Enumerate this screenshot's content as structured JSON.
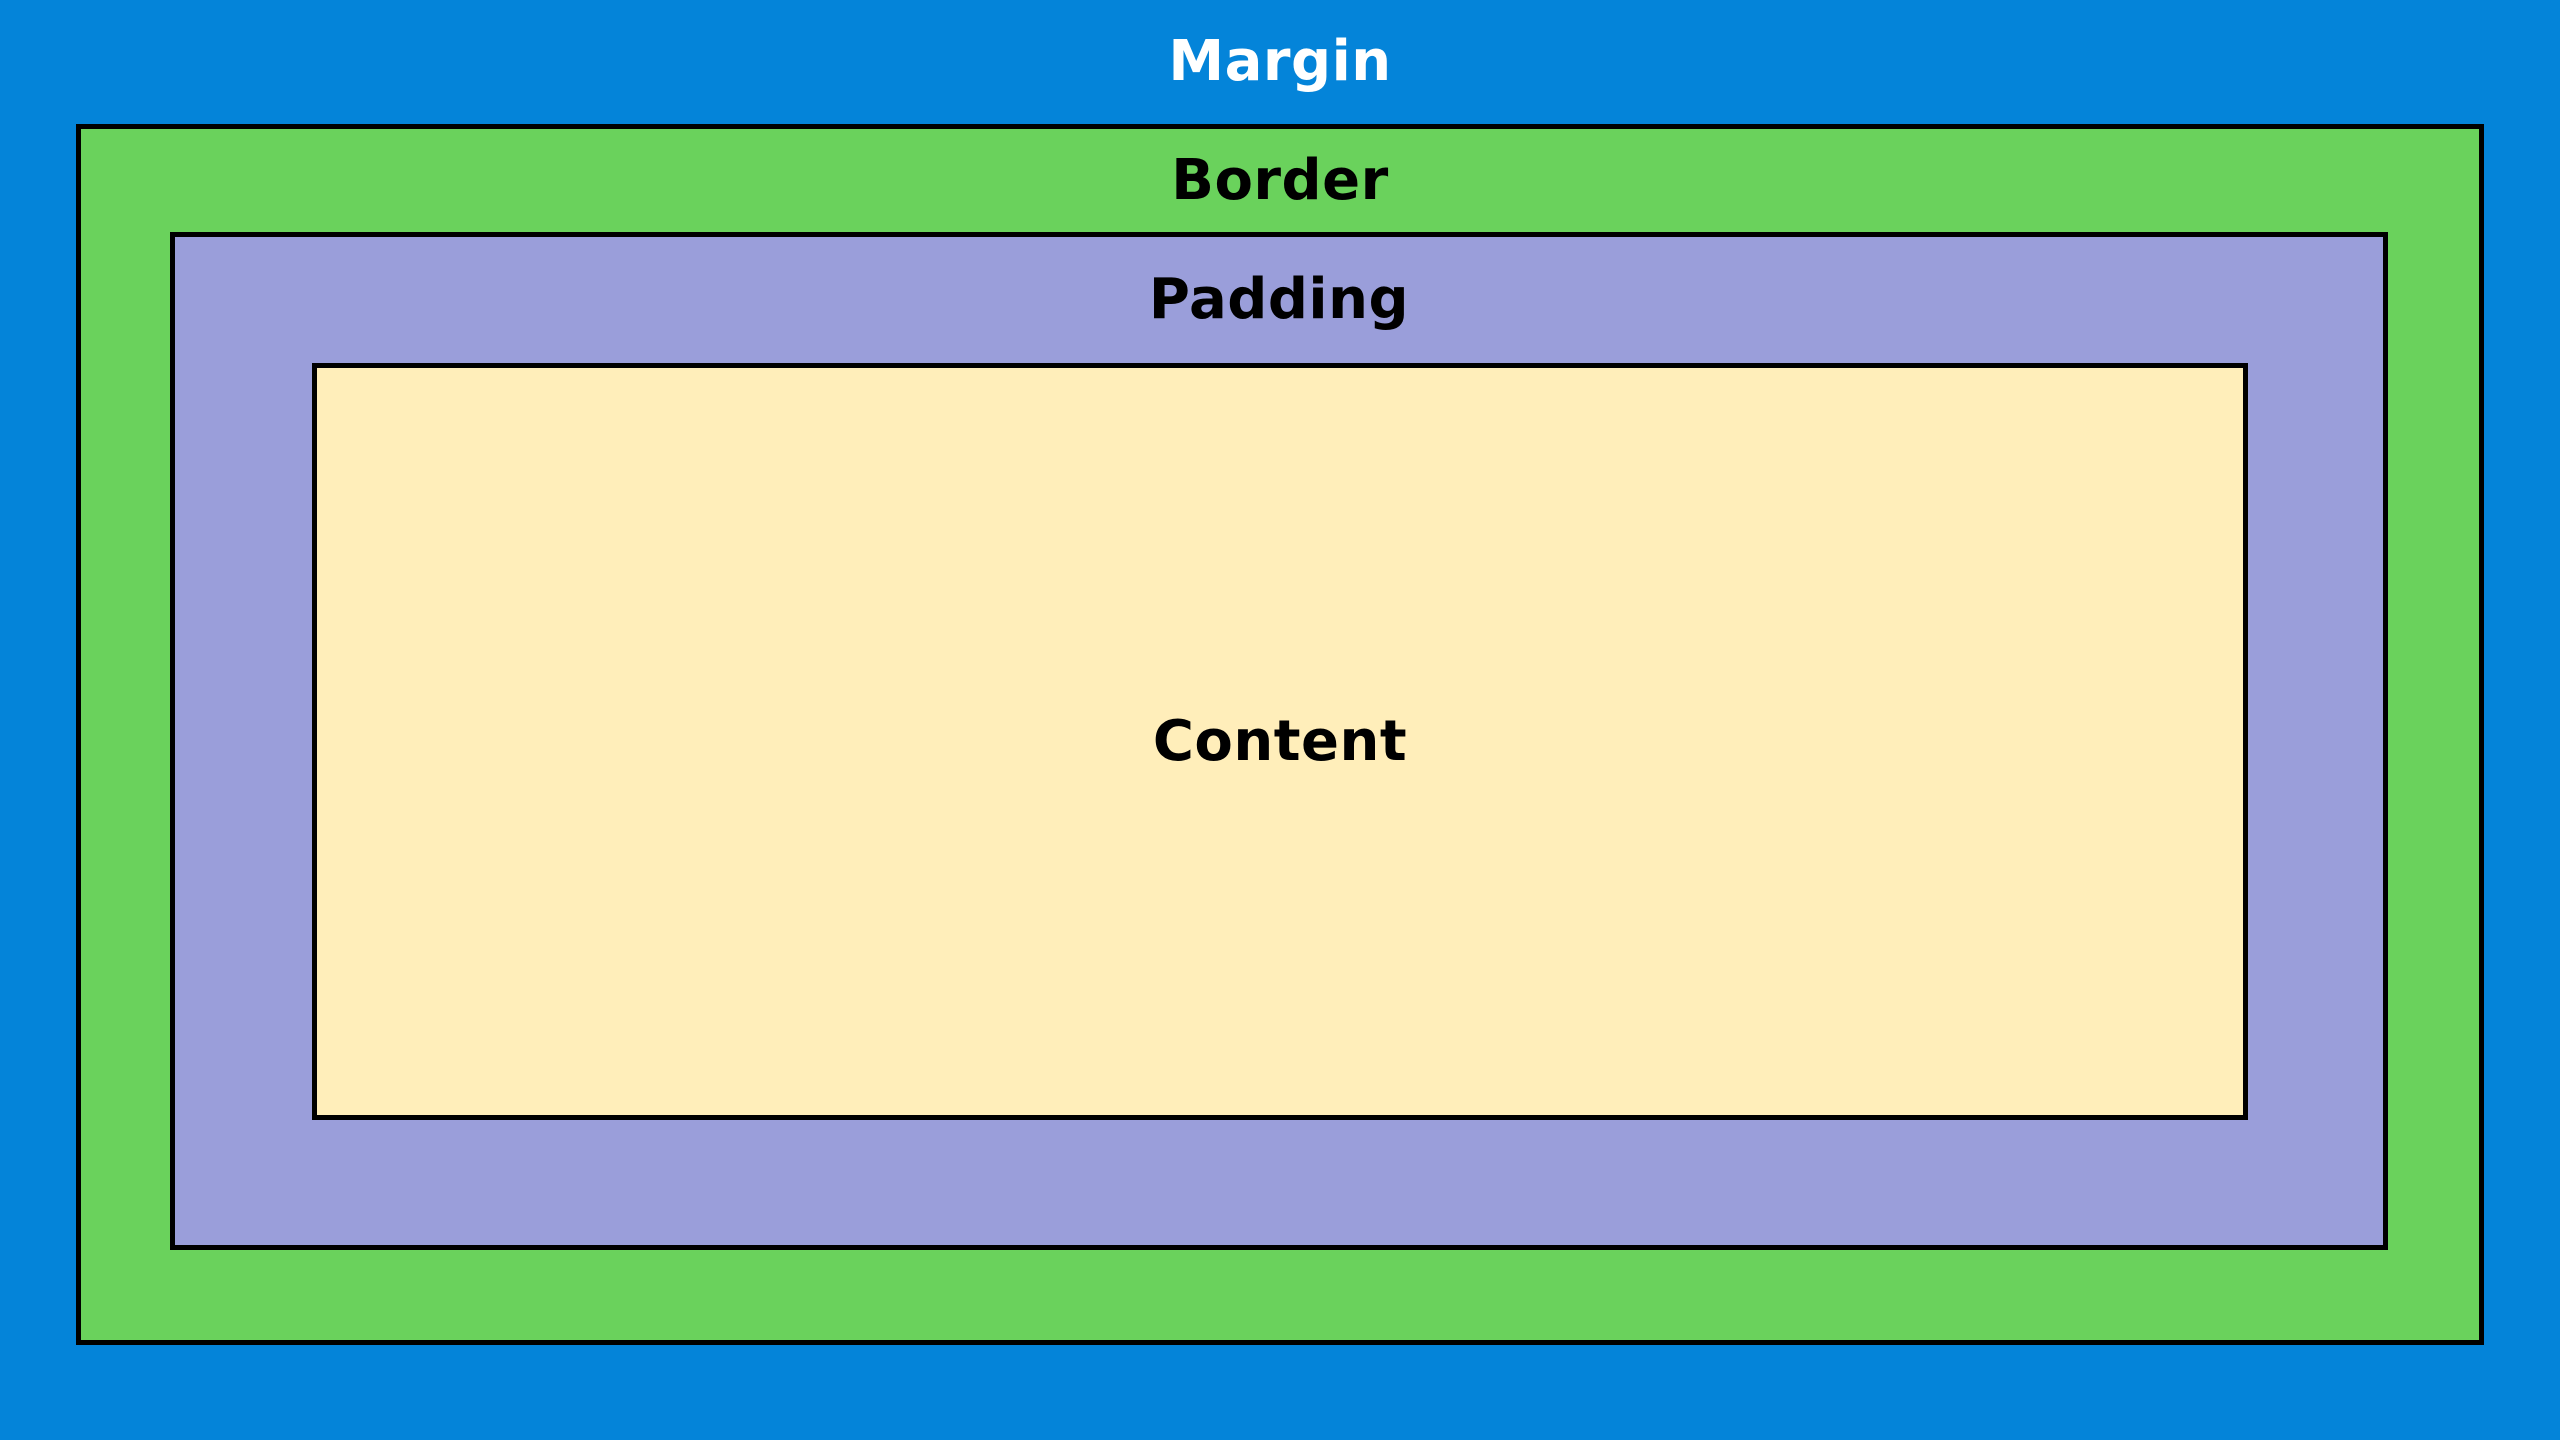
{
  "diagram": {
    "layers": [
      {
        "id": "margin",
        "label": "Margin",
        "fill": "#0484d9",
        "label_color": "#ffffff"
      },
      {
        "id": "border",
        "label": "Border",
        "fill": "#6ad25c",
        "label_color": "#000000"
      },
      {
        "id": "padding",
        "label": "Padding",
        "fill": "#9a9eda",
        "label_color": "#000000"
      },
      {
        "id": "content",
        "label": "Content",
        "fill": "#ffeeba",
        "label_color": "#000000"
      }
    ],
    "outline_color": "#000000"
  }
}
